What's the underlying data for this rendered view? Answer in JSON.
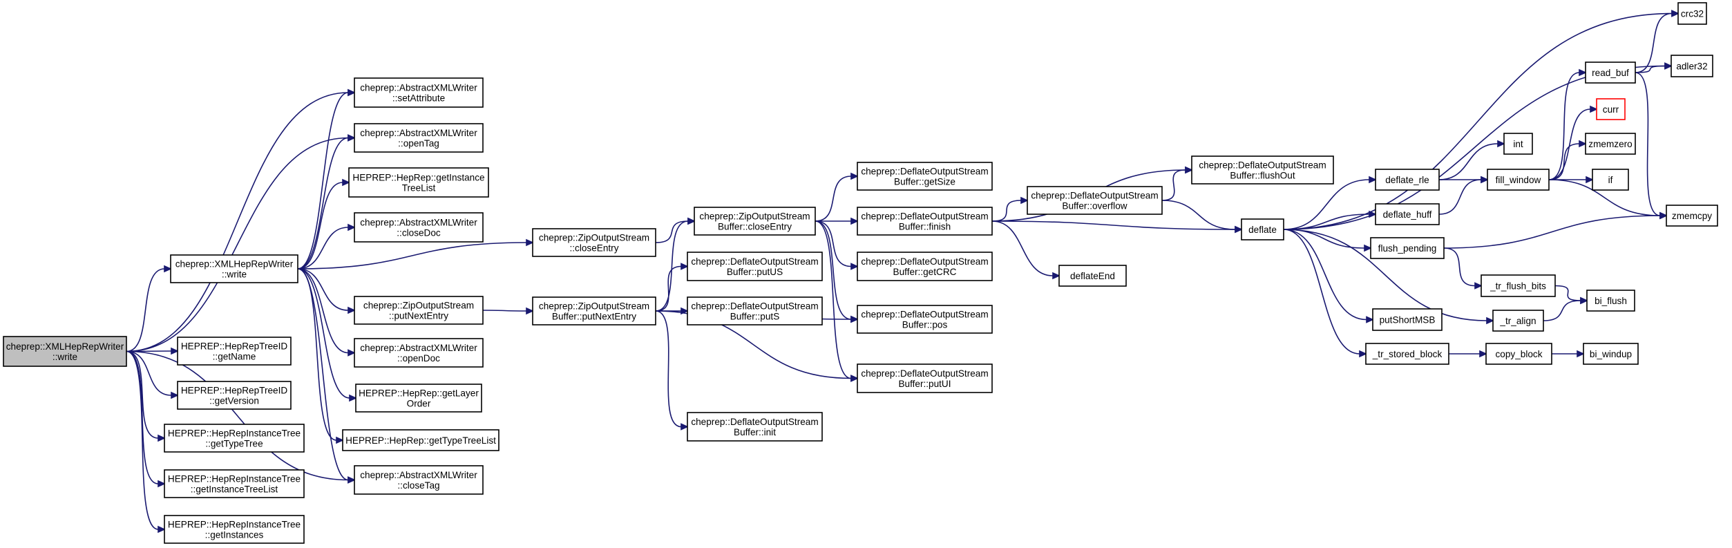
{
  "nodes": [
    {
      "id": "root",
      "lines": [
        "cheprep::XMLHepRepWriter",
        "::write"
      ],
      "style": "root"
    },
    {
      "id": "w2",
      "lines": [
        "cheprep::XMLHepRepWriter",
        "::write"
      ]
    },
    {
      "id": "n_getName",
      "lines": [
        "HEPREP::HepRepTreeID",
        "::getName"
      ]
    },
    {
      "id": "n_getVersion",
      "lines": [
        "HEPREP::HepRepTreeID",
        "::getVersion"
      ]
    },
    {
      "id": "n_getTypeTree",
      "lines": [
        "HEPREP::HepRepInstanceTree",
        "::getTypeTree"
      ]
    },
    {
      "id": "n_getInstTreeList",
      "lines": [
        "HEPREP::HepRepInstanceTree",
        "::getInstanceTreeList"
      ]
    },
    {
      "id": "n_getInstances",
      "lines": [
        "HEPREP::HepRepInstanceTree",
        "::getInstances"
      ]
    },
    {
      "id": "n_setAttribute",
      "lines": [
        "cheprep::AbstractXMLWriter",
        "::setAttribute"
      ]
    },
    {
      "id": "n_openTag",
      "lines": [
        "cheprep::AbstractXMLWriter",
        "::openTag"
      ]
    },
    {
      "id": "n_getInstTreeList2",
      "lines": [
        "HEPREP::HepRep::getInstance",
        "TreeList"
      ]
    },
    {
      "id": "n_closeDoc",
      "lines": [
        "cheprep::AbstractXMLWriter",
        "::closeDoc"
      ]
    },
    {
      "id": "n_zipPutNext",
      "lines": [
        "cheprep::ZipOutputStream",
        "::putNextEntry"
      ]
    },
    {
      "id": "n_openDoc",
      "lines": [
        "cheprep::AbstractXMLWriter",
        "::openDoc"
      ]
    },
    {
      "id": "n_getLayerOrder",
      "lines": [
        "HEPREP::HepRep::getLayer",
        "Order"
      ]
    },
    {
      "id": "n_getTypeTreeList",
      "lines": [
        "HEPREP::HepRep::getTypeTreeList"
      ]
    },
    {
      "id": "n_closeTag",
      "lines": [
        "cheprep::AbstractXMLWriter",
        "::closeTag"
      ]
    },
    {
      "id": "n_zipCloseEntry",
      "lines": [
        "cheprep::ZipOutputStream",
        "::closeEntry"
      ]
    },
    {
      "id": "n_zbCloseEntry",
      "lines": [
        "cheprep::ZipOutputStream",
        "Buffer::closeEntry"
      ]
    },
    {
      "id": "n_zbPutNext",
      "lines": [
        "cheprep::ZipOutputStream",
        "Buffer::putNextEntry"
      ]
    },
    {
      "id": "n_putUS",
      "lines": [
        "cheprep::DeflateOutputStream",
        "Buffer::putUS"
      ]
    },
    {
      "id": "n_putS",
      "lines": [
        "cheprep::DeflateOutputStream",
        "Buffer::putS"
      ]
    },
    {
      "id": "n_init",
      "lines": [
        "cheprep::DeflateOutputStream",
        "Buffer::init"
      ]
    },
    {
      "id": "n_getSize",
      "lines": [
        "cheprep::DeflateOutputStream",
        "Buffer::getSize"
      ]
    },
    {
      "id": "n_finish",
      "lines": [
        "cheprep::DeflateOutputStream",
        "Buffer::finish"
      ]
    },
    {
      "id": "n_getCRC",
      "lines": [
        "cheprep::DeflateOutputStream",
        "Buffer::getCRC"
      ]
    },
    {
      "id": "n_pos",
      "lines": [
        "cheprep::DeflateOutputStream",
        "Buffer::pos"
      ]
    },
    {
      "id": "n_putUI",
      "lines": [
        "cheprep::DeflateOutputStream",
        "Buffer::putUI"
      ]
    },
    {
      "id": "n_overflow",
      "lines": [
        "cheprep::DeflateOutputStream",
        "Buffer::overflow"
      ]
    },
    {
      "id": "n_flushOut",
      "lines": [
        "cheprep::DeflateOutputStream",
        "Buffer::flushOut"
      ]
    },
    {
      "id": "n_deflateEnd",
      "lines": [
        "deflateEnd"
      ]
    },
    {
      "id": "n_deflate",
      "lines": [
        "deflate"
      ]
    },
    {
      "id": "n_deflate_rle",
      "lines": [
        "deflate_rle"
      ]
    },
    {
      "id": "n_deflate_huff",
      "lines": [
        "deflate_huff"
      ]
    },
    {
      "id": "n_flush_pending",
      "lines": [
        "flush_pending"
      ]
    },
    {
      "id": "n_putShortMSB",
      "lines": [
        "putShortMSB"
      ]
    },
    {
      "id": "n_tr_stored_block",
      "lines": [
        "_tr_stored_block"
      ]
    },
    {
      "id": "n_int",
      "lines": [
        "int"
      ]
    },
    {
      "id": "n_fill_window",
      "lines": [
        "fill_window"
      ]
    },
    {
      "id": "n_read_buf",
      "lines": [
        "read_buf"
      ]
    },
    {
      "id": "n_curr",
      "lines": [
        "curr"
      ],
      "style": "red"
    },
    {
      "id": "n_zmemzero",
      "lines": [
        "zmemzero"
      ]
    },
    {
      "id": "n_if",
      "lines": [
        "if"
      ]
    },
    {
      "id": "n_crc32",
      "lines": [
        "crc32"
      ]
    },
    {
      "id": "n_adler32",
      "lines": [
        "adler32"
      ]
    },
    {
      "id": "n_zmemcpy",
      "lines": [
        "zmemcpy"
      ]
    },
    {
      "id": "n_tr_flush_bits",
      "lines": [
        "_tr_flush_bits"
      ]
    },
    {
      "id": "n_tr_align",
      "lines": [
        "_tr_align"
      ]
    },
    {
      "id": "n_bi_flush",
      "lines": [
        "bi_flush"
      ]
    },
    {
      "id": "n_copy_block",
      "lines": [
        "copy_block"
      ]
    },
    {
      "id": "n_bi_windup",
      "lines": [
        "bi_windup"
      ]
    }
  ],
  "edges": [
    [
      "root",
      "w2"
    ],
    [
      "root",
      "n_getName"
    ],
    [
      "root",
      "n_getVersion"
    ],
    [
      "root",
      "n_getTypeTree"
    ],
    [
      "root",
      "n_getInstTreeList"
    ],
    [
      "root",
      "n_getInstances"
    ],
    [
      "root",
      "n_setAttribute"
    ],
    [
      "root",
      "n_openTag"
    ],
    [
      "root",
      "n_closeTag"
    ],
    [
      "w2",
      "n_setAttribute"
    ],
    [
      "w2",
      "n_openTag"
    ],
    [
      "w2",
      "n_getInstTreeList2"
    ],
    [
      "w2",
      "n_closeDoc"
    ],
    [
      "w2",
      "n_zipCloseEntry"
    ],
    [
      "w2",
      "n_zipPutNext"
    ],
    [
      "w2",
      "n_openDoc"
    ],
    [
      "w2",
      "n_getLayerOrder"
    ],
    [
      "w2",
      "n_getTypeTreeList"
    ],
    [
      "w2",
      "n_closeTag"
    ],
    [
      "n_zipCloseEntry",
      "n_zbCloseEntry"
    ],
    [
      "n_zipPutNext",
      "n_zbPutNext"
    ],
    [
      "n_zbPutNext",
      "n_zbCloseEntry"
    ],
    [
      "n_zbPutNext",
      "n_putUS"
    ],
    [
      "n_zbPutNext",
      "n_putS"
    ],
    [
      "n_zbPutNext",
      "n_init"
    ],
    [
      "n_zbPutNext",
      "n_pos"
    ],
    [
      "n_zbPutNext",
      "n_putUI"
    ],
    [
      "n_zbCloseEntry",
      "n_getSize"
    ],
    [
      "n_zbCloseEntry",
      "n_finish"
    ],
    [
      "n_zbCloseEntry",
      "n_getCRC"
    ],
    [
      "n_zbCloseEntry",
      "n_pos"
    ],
    [
      "n_zbCloseEntry",
      "n_putUI"
    ],
    [
      "n_finish",
      "n_overflow"
    ],
    [
      "n_finish",
      "n_flushOut"
    ],
    [
      "n_finish",
      "n_deflateEnd"
    ],
    [
      "n_finish",
      "n_deflate"
    ],
    [
      "n_overflow",
      "n_flushOut"
    ],
    [
      "n_overflow",
      "n_deflate"
    ],
    [
      "n_deflate",
      "n_crc32"
    ],
    [
      "n_deflate",
      "n_adler32"
    ],
    [
      "n_deflate",
      "n_deflate_rle"
    ],
    [
      "n_deflate",
      "n_deflate_huff"
    ],
    [
      "n_deflate",
      "n_flush_pending"
    ],
    [
      "n_deflate",
      "n_putShortMSB"
    ],
    [
      "n_deflate",
      "n_tr_stored_block"
    ],
    [
      "n_deflate",
      "n_tr_align"
    ],
    [
      "n_deflate_rle",
      "n_int"
    ],
    [
      "n_deflate_rle",
      "n_fill_window"
    ],
    [
      "n_deflate_huff",
      "n_fill_window"
    ],
    [
      "n_fill_window",
      "n_read_buf"
    ],
    [
      "n_fill_window",
      "n_curr"
    ],
    [
      "n_fill_window",
      "n_zmemzero"
    ],
    [
      "n_fill_window",
      "n_if"
    ],
    [
      "n_fill_window",
      "n_zmemcpy"
    ],
    [
      "n_read_buf",
      "n_crc32"
    ],
    [
      "n_read_buf",
      "n_adler32"
    ],
    [
      "n_read_buf",
      "n_zmemcpy"
    ],
    [
      "n_flush_pending",
      "n_zmemcpy"
    ],
    [
      "n_flush_pending",
      "n_tr_flush_bits"
    ],
    [
      "n_tr_flush_bits",
      "n_bi_flush"
    ],
    [
      "n_tr_align",
      "n_bi_flush"
    ],
    [
      "n_tr_stored_block",
      "n_copy_block"
    ],
    [
      "n_copy_block",
      "n_bi_windup"
    ]
  ]
}
